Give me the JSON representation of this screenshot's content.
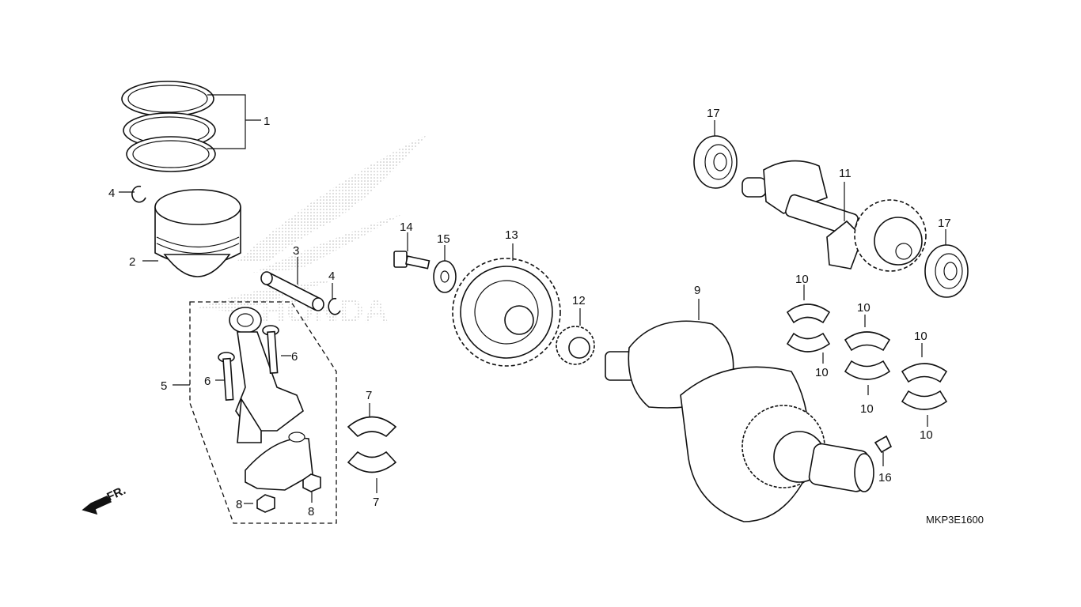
{
  "diagram_code": "MKP3E1600",
  "direction_label": "FR.",
  "watermark_text": "HONDA",
  "callouts": {
    "c1": "1",
    "c2": "2",
    "c3": "3",
    "c4a": "4",
    "c4b": "4",
    "c5": "5",
    "c6a": "6",
    "c6b": "6",
    "c7a": "7",
    "c7b": "7",
    "c8a": "8",
    "c8b": "8",
    "c9": "9",
    "c10a": "10",
    "c10b": "10",
    "c10c": "10",
    "c10d": "10",
    "c10e": "10",
    "c10f": "10",
    "c11": "11",
    "c12": "12",
    "c13": "13",
    "c14": "14",
    "c15": "15",
    "c16": "16",
    "c17a": "17",
    "c17b": "17"
  },
  "colors": {
    "ink": "#111111",
    "background": "#ffffff",
    "watermark": "#b8b8b8"
  }
}
